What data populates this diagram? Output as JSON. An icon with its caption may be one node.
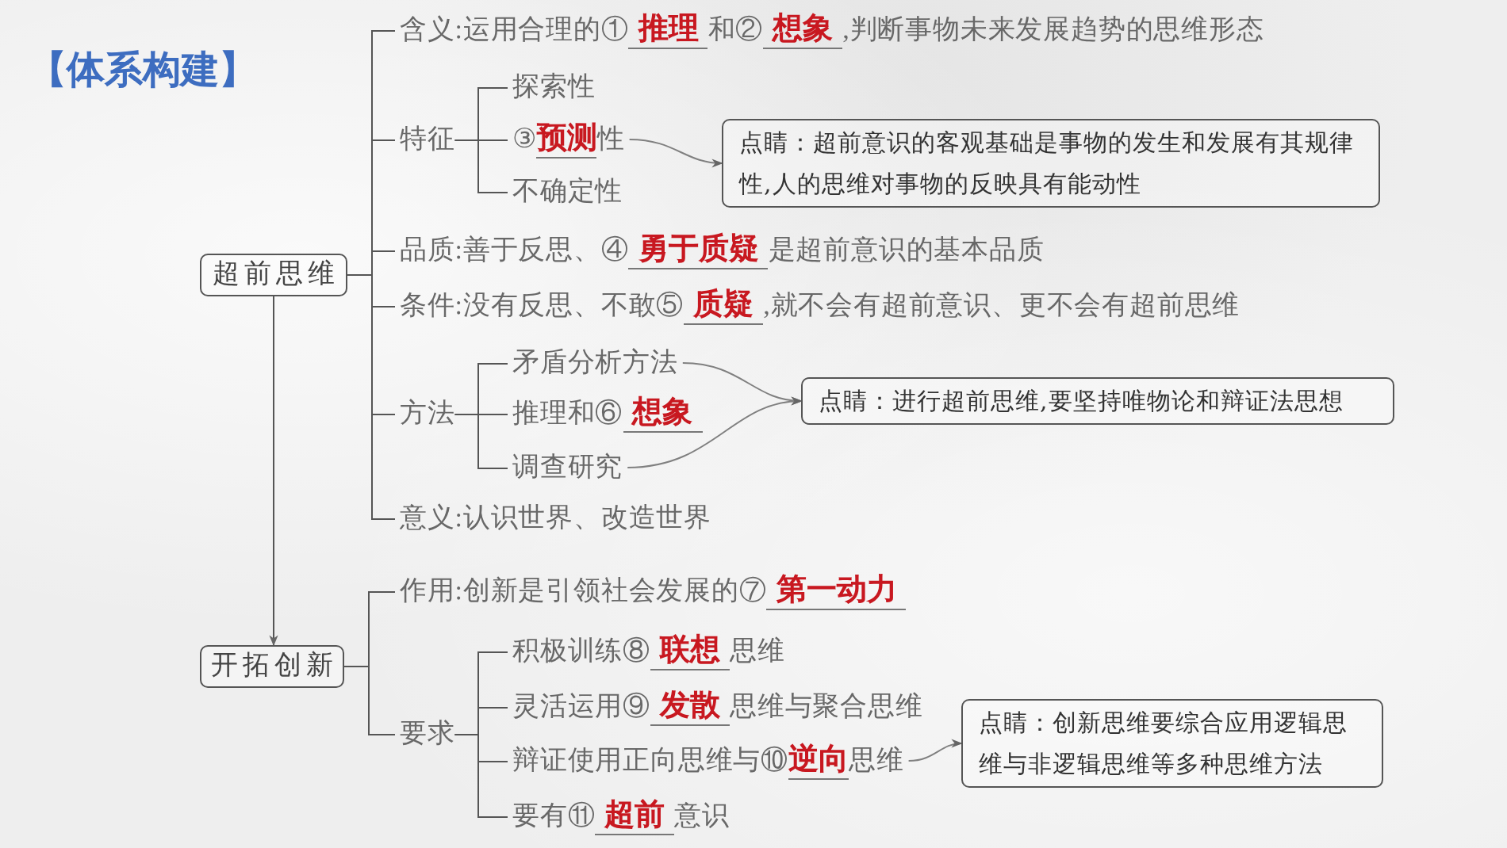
{
  "diagram": {
    "title": "【体系构建】",
    "nodes": [
      {
        "text": [
          "超前思维"
        ]
      },
      {
        "text": [
          "含义:运用合理的①**推理**和②**想象**,判断事物未来发展趋势的思维形态"
        ]
      },
      {
        "text": [
          "特征"
        ]
      },
      {
        "text": [
          "探索性"
        ]
      },
      {
        "text": [
          "③**预测**性"
        ]
      },
      {
        "text": [
          "不确定性"
        ]
      },
      {
        "text": [
          "点睛：超前意识的客观基础是事物的发生和发展有其规律性,人的思维对事物的反映具有能动性"
        ]
      },
      {
        "text": [
          "品质:善于反思、④**勇于质疑**是超前意识的基本品质"
        ]
      },
      {
        "text": [
          "条件:没有反思、不敢⑤**质疑**,就不会有超前意识、更不会有超前思维"
        ]
      },
      {
        "text": [
          "方法"
        ]
      },
      {
        "text": [
          "矛盾分析方法"
        ]
      },
      {
        "text": [
          "推理和⑥**想象**"
        ]
      },
      {
        "text": [
          "调查研究"
        ]
      },
      {
        "text": [
          "点睛：进行超前思维,要坚持唯物论和辩证法思想"
        ]
      },
      {
        "text": [
          "意义:认识世界、改造世界"
        ]
      },
      {
        "text": [
          "开拓创新"
        ]
      },
      {
        "text": [
          "作用:创新是引领社会发展的⑦**第一动力**"
        ]
      },
      {
        "text": [
          "要求"
        ]
      },
      {
        "text": [
          "积极训练⑧**联想**思维"
        ]
      },
      {
        "text": [
          "灵活运用⑨**发散**思维与聚合思维"
        ]
      },
      {
        "text": [
          "辩证使用正向思维与⑩**逆向**思维"
        ]
      },
      {
        "text": [
          "要有⑪**超前**意识"
        ]
      },
      {
        "text": [
          "点睛：创新思维要综合应用逻辑思维与非逻辑思维等多种思维方法"
        ]
      }
    ],
    "edges": [
      {
        "from": 0,
        "to": 1,
        "arrow": "none"
      },
      {
        "from": 0,
        "to": 2,
        "arrow": "none"
      },
      {
        "from": 2,
        "to": 3,
        "arrow": "none"
      },
      {
        "from": 2,
        "to": 4,
        "arrow": "none"
      },
      {
        "from": 2,
        "to": 5,
        "arrow": "none"
      },
      {
        "from": 4,
        "to": 6,
        "arrow": "to"
      },
      {
        "from": 0,
        "to": 7,
        "arrow": "none"
      },
      {
        "from": 0,
        "to": 8,
        "arrow": "none"
      },
      {
        "from": 0,
        "to": 9,
        "arrow": "none"
      },
      {
        "from": 9,
        "to": 10,
        "arrow": "none"
      },
      {
        "from": 9,
        "to": 11,
        "arrow": "none"
      },
      {
        "from": 9,
        "to": 12,
        "arrow": "none"
      },
      {
        "from": 10,
        "to": 13,
        "arrow": "to"
      },
      {
        "from": 12,
        "to": 13,
        "arrow": "to"
      },
      {
        "from": 0,
        "to": 14,
        "arrow": "none"
      },
      {
        "from": 0,
        "to": 15,
        "arrow": "to"
      },
      {
        "from": 15,
        "to": 16,
        "arrow": "none"
      },
      {
        "from": 15,
        "to": 17,
        "arrow": "none"
      },
      {
        "from": 17,
        "to": 18,
        "arrow": "none"
      },
      {
        "from": 17,
        "to": 19,
        "arrow": "none"
      },
      {
        "from": 17,
        "to": 20,
        "arrow": "none"
      },
      {
        "from": 17,
        "to": 21,
        "arrow": "none"
      },
      {
        "from": 20,
        "to": 22,
        "arrow": "to"
      }
    ]
  }
}
